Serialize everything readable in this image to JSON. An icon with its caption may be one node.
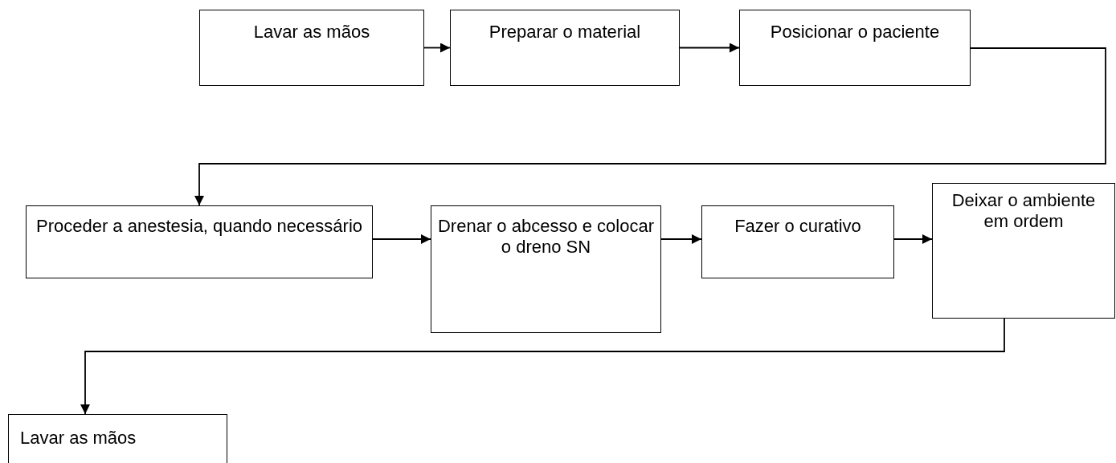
{
  "diagram": {
    "nodes": [
      {
        "text": [
          "Lavar as mãos"
        ]
      },
      {
        "text": [
          "Preparar o material"
        ]
      },
      {
        "text": [
          "Posicionar o paciente"
        ]
      },
      {
        "text": [
          "Proceder a anestesia, quando necessário"
        ]
      },
      {
        "text": [
          "Drenar o abcesso e colocar o dreno SN"
        ]
      },
      {
        "text": [
          "Fazer o curativo"
        ]
      },
      {
        "text": [
          "Deixar o ambiente em ordem"
        ]
      },
      {
        "text": [
          "Lavar as mãos"
        ]
      }
    ],
    "edges": [
      {
        "from": 0,
        "to": 1,
        "arrow": "to"
      },
      {
        "from": 1,
        "to": 2,
        "arrow": "to"
      },
      {
        "from": 2,
        "to": 3,
        "arrow": "to"
      },
      {
        "from": 3,
        "to": 4,
        "arrow": "to"
      },
      {
        "from": 4,
        "to": 5,
        "arrow": "to"
      },
      {
        "from": 5,
        "to": 6,
        "arrow": "to"
      },
      {
        "from": 6,
        "to": 7,
        "arrow": "to"
      }
    ]
  }
}
